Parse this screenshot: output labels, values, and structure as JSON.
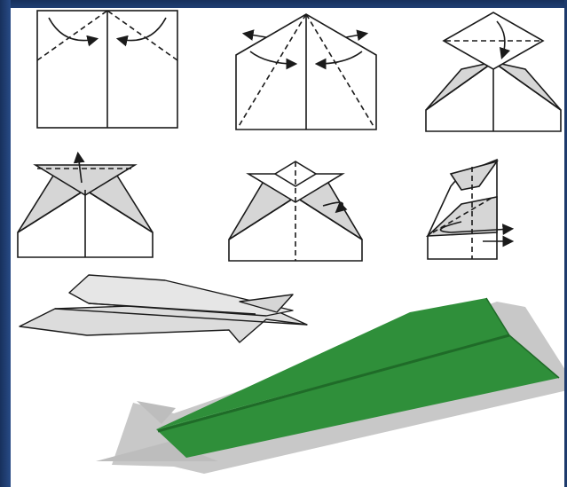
{
  "figure": {
    "background_color": "#ffffff",
    "frame_color": "#1c3766",
    "paper_color": "#ffffff",
    "fold_shade_color": "#d6d6d6",
    "line_color": "#1a1a1a",
    "plane_green": "#2f8f3a",
    "plane_green_dark": "#1f6b28",
    "plane_shadow": "#c8c8c8"
  },
  "steps": [
    {
      "id": "step-1",
      "icon": "fold-square-in-half-icon"
    },
    {
      "id": "step-2",
      "icon": "fold-top-corners-icon"
    },
    {
      "id": "step-3",
      "icon": "fold-tip-down-icon"
    },
    {
      "id": "step-4",
      "icon": "fold-tip-up-icon"
    },
    {
      "id": "step-5",
      "icon": "fold-in-half-icon"
    },
    {
      "id": "step-6",
      "icon": "fold-wings-icon"
    }
  ],
  "results": [
    {
      "id": "result-outline",
      "icon": "paper-plane-outline-icon"
    },
    {
      "id": "result-green",
      "icon": "paper-plane-green-icon"
    }
  ]
}
